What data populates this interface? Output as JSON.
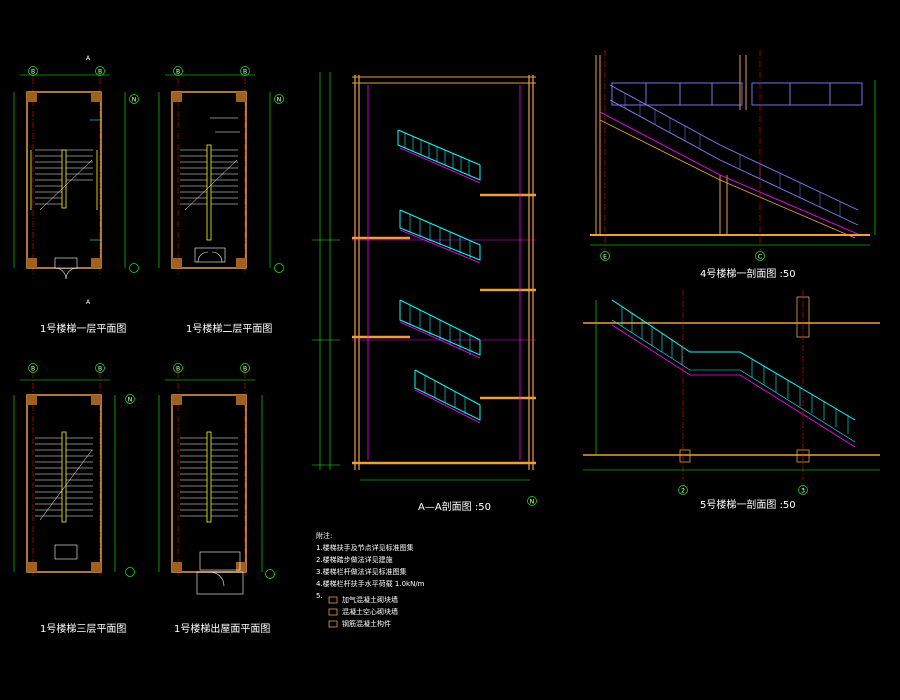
{
  "drawing": {
    "background": "#000000",
    "colors": {
      "wall": "#e8a040",
      "stair": "#00ffff",
      "rail": "#8080ff",
      "dim": "#00ff00",
      "axis": "#ff0000",
      "text": "#ffffff",
      "magenta": "#ff00ff",
      "yellow": "#ffff00"
    }
  },
  "captions": {
    "plan1": "1号楼梯一层平面图",
    "plan2": "1号楼梯二层平面图",
    "plan3": "1号楼梯三层平面图",
    "plan4": "1号楼梯出屋面平面图",
    "section_aa": "A—A剖面图 :50",
    "section4": "4号楼梯一剖面图 :50",
    "section5": "5号楼梯一剖面图 :50"
  },
  "axes": {
    "plan_left": "B",
    "plan_right": "B",
    "plan_side": "N",
    "section_bottom": "N",
    "s4_left": "E",
    "s4_right": "C",
    "s5_left": "2",
    "s5_right": "3",
    "cut_mark": "A"
  },
  "notes": {
    "title": "附注:",
    "items": [
      "1.楼梯扶手及节点详见标准图集",
      "2.楼梯踏步做法详见建施",
      "3.楼梯栏杆做法详见标准图集",
      "4.楼梯栏杆扶手水平荷载 1.0kN/m",
      "5."
    ],
    "legend": [
      "加气混凝土砌块墙",
      "混凝土空心砌块墙",
      "钢筋混凝土构件"
    ]
  }
}
